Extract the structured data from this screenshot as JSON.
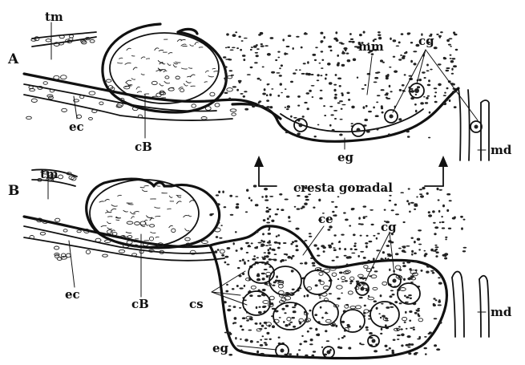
{
  "panels": [
    {
      "id": "A",
      "panel_label": "A",
      "labels": {
        "tm": "tm",
        "mm": "mm",
        "cg": "cg",
        "ec": "ec",
        "cB": "cB",
        "eg": "eg",
        "md": "md"
      }
    },
    {
      "id": "B",
      "panel_label": "B",
      "labels": {
        "tm": "tm",
        "ce": "ce",
        "cg": "cg",
        "ec": "ec",
        "cB": "cB",
        "cs": "cs",
        "eg": "eg",
        "md": "md"
      }
    }
  ],
  "caption_arrow_label": "cresta gonadal"
}
